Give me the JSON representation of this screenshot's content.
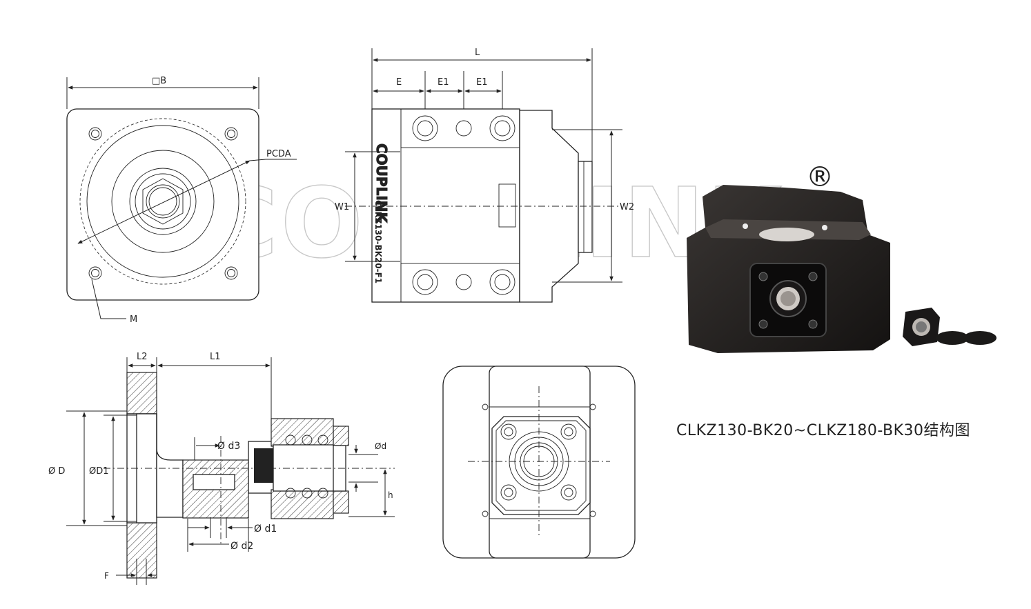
{
  "caption": "CLKZ130-BK20~CLKZ180-BK30结构图",
  "watermark": "COUPLINK",
  "registered_mark": "®",
  "body_marking": "CLKZ130-BK20-F1",
  "labels": {
    "B": "□B",
    "PCDA": "PCDA",
    "M": "M",
    "L": "L",
    "E": "E",
    "E1a": "E1",
    "E1b": "E1",
    "W1": "W1",
    "W2": "W2",
    "L2": "L2",
    "L1": "L1",
    "D": "Ø D",
    "D1": "ØD1",
    "d3": "Ø d3",
    "d": "Ød",
    "h": "h",
    "d1": "Ø d1",
    "d2": "Ø d2",
    "F": "F"
  },
  "colors": {
    "line": "#222222",
    "watermark": "#c8c8c8",
    "product": "#1c1a19"
  }
}
